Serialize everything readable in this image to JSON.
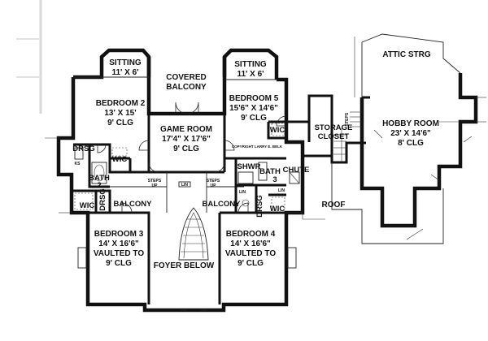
{
  "rooms": {
    "sitting_left": {
      "name": "SITTING",
      "size": "11' X 6'"
    },
    "covered_balcony": {
      "line1": "COVERED",
      "line2": "BALCONY"
    },
    "sitting_right": {
      "name": "SITTING",
      "size": "11' X 6'"
    },
    "bedroom2": {
      "name": "BEDROOM 2",
      "size": "13' X 15'",
      "clg": "9' CLG"
    },
    "game_room": {
      "name": "GAME ROOM",
      "size": "17'4\" X 17'6\"",
      "clg": "9' CLG"
    },
    "bedroom5": {
      "name": "BEDROOM 5",
      "size": "15'6\" X 14'6\"",
      "clg": "9' CLG"
    },
    "attic_strg": {
      "name": "ATTIC STRG"
    },
    "hobby_room": {
      "name": "HOBBY ROOM",
      "size": "23' X 14'6\"",
      "clg": "8' CLG"
    },
    "storage_closet": {
      "line1": "STORAGE",
      "line2": "CLOSET"
    },
    "wic_b5": "WIC",
    "drsg_b2": "DRSG",
    "wic_b2": "WIC",
    "bath2": {
      "name": "BATH",
      "num": "2"
    },
    "drsg_b3": "DRSG",
    "wic_b3": "WIC",
    "balcony_left": "BALCONY",
    "balcony_right": "BALCONY",
    "shwr": "SHWR",
    "bath3": {
      "name": "BATH",
      "num": "3"
    },
    "chute": "CHUTE",
    "drsg_b4": "DRSG",
    "wic_b4": "WIC",
    "roof": "ROOF",
    "bedroom3": {
      "name": "BEDROOM 3",
      "size": "14' X 16'6\"",
      "l3": "VAULTED TO",
      "l4": "9' CLG"
    },
    "bedroom4": {
      "name": "BEDROOM 4",
      "size": "14' X 16'6\"",
      "l3": "VAULTED TO",
      "l4": "9' CLG"
    },
    "foyer_below": "FOYER BELOW"
  },
  "small_labels": {
    "steps_up_left": {
      "l1": "STEPS",
      "l2": "UP"
    },
    "steps_up_right": {
      "l1": "STEPS",
      "l2": "UP"
    },
    "steps_hobby": "STEPS",
    "ks": "KS",
    "lin_a": "LIN",
    "lin_b": "LIN",
    "lin_c": "LIN"
  },
  "copyright": "COPYRIGHT LARRY E. BELK"
}
